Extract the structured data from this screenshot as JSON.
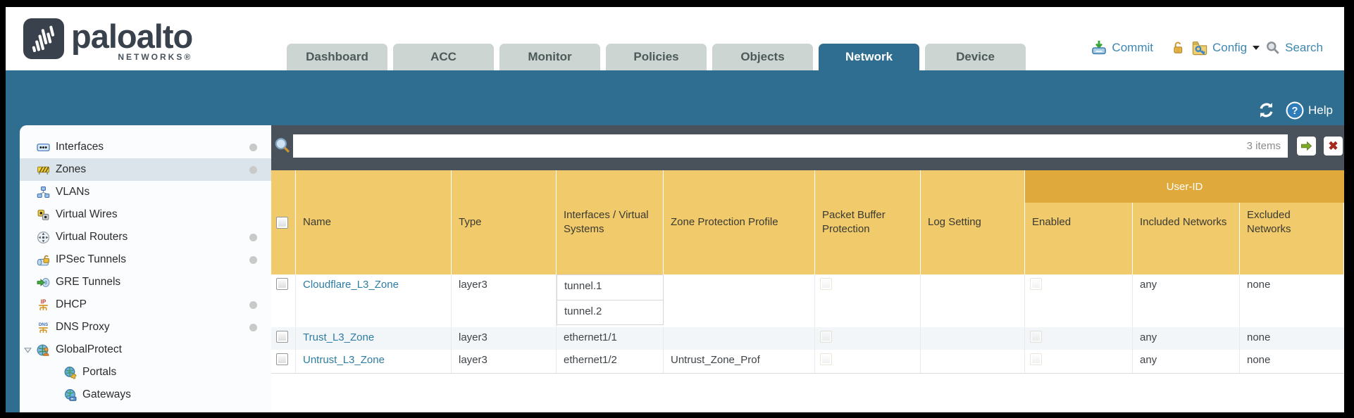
{
  "brand": {
    "name": "paloalto",
    "sub": "NETWORKS®"
  },
  "tabs": [
    {
      "label": "Dashboard",
      "active": false
    },
    {
      "label": "ACC",
      "active": false
    },
    {
      "label": "Monitor",
      "active": false
    },
    {
      "label": "Policies",
      "active": false
    },
    {
      "label": "Objects",
      "active": false
    },
    {
      "label": "Network",
      "active": true
    },
    {
      "label": "Device",
      "active": false
    }
  ],
  "utility": {
    "commit_label": "Commit",
    "config_label": "Config",
    "search_label": "Search"
  },
  "band": {
    "help_label": "Help"
  },
  "sidebar": {
    "items": [
      {
        "label": "Interfaces",
        "icon": "interfaces-icon",
        "selected": false,
        "dot": true
      },
      {
        "label": "Zones",
        "icon": "zones-icon",
        "selected": true,
        "dot": true
      },
      {
        "label": "VLANs",
        "icon": "vlans-icon",
        "selected": false,
        "dot": false
      },
      {
        "label": "Virtual Wires",
        "icon": "virtual-wires-icon",
        "selected": false,
        "dot": false
      },
      {
        "label": "Virtual Routers",
        "icon": "virtual-routers-icon",
        "selected": false,
        "dot": true
      },
      {
        "label": "IPSec Tunnels",
        "icon": "ipsec-tunnels-icon",
        "selected": false,
        "dot": true
      },
      {
        "label": "GRE Tunnels",
        "icon": "gre-tunnels-icon",
        "selected": false,
        "dot": false
      },
      {
        "label": "DHCP",
        "icon": "dhcp-icon",
        "selected": false,
        "dot": true
      },
      {
        "label": "DNS Proxy",
        "icon": "dns-proxy-icon",
        "selected": false,
        "dot": true
      },
      {
        "label": "GlobalProtect",
        "icon": "globalprotect-icon",
        "selected": false,
        "dot": false,
        "expanded": true
      },
      {
        "label": "Portals",
        "icon": "portals-icon",
        "selected": false,
        "dot": false,
        "indent": true
      },
      {
        "label": "Gateways",
        "icon": "gateways-icon",
        "selected": false,
        "dot": false,
        "indent": true
      }
    ]
  },
  "toolbar": {
    "filter_value": "",
    "items_count": "3 items"
  },
  "table": {
    "user_id_group_label": "User-ID",
    "columns": [
      "Name",
      "Type",
      "Interfaces / Virtual Systems",
      "Zone Protection Profile",
      "Packet Buffer Protection",
      "Log Setting",
      "Enabled",
      "Included Networks",
      "Excluded Networks"
    ],
    "rows": [
      {
        "name": "Cloudflare_L3_Zone",
        "type": "layer3",
        "interfaces": [
          "tunnel.1",
          "tunnel.2"
        ],
        "zone_protection_profile": "",
        "packet_buffer_protection": false,
        "log_setting": "",
        "user_id_enabled": false,
        "included_networks": "any",
        "excluded_networks": "none"
      },
      {
        "name": "Trust_L3_Zone",
        "type": "layer3",
        "interfaces": [
          "ethernet1/1"
        ],
        "zone_protection_profile": "",
        "packet_buffer_protection": false,
        "log_setting": "",
        "user_id_enabled": false,
        "included_networks": "any",
        "excluded_networks": "none"
      },
      {
        "name": "Untrust_L3_Zone",
        "type": "layer3",
        "interfaces": [
          "ethernet1/2"
        ],
        "zone_protection_profile": "Untrust_Zone_Prof",
        "packet_buffer_protection": false,
        "log_setting": "",
        "user_id_enabled": false,
        "included_networks": "any",
        "excluded_networks": "none"
      }
    ]
  },
  "colors": {
    "teal": "#2f6e90",
    "toolbar_dark": "#49515b",
    "header_gold": "#f1ca6b",
    "userid_gold": "#dfa93c",
    "link_blue": "#2d7ca3",
    "tab_inactive": "#ccd5d2"
  }
}
